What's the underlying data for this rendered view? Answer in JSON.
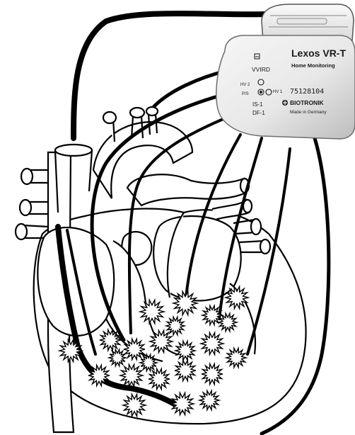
{
  "device": {
    "model": "Lexos VR-T",
    "feature": "Home Monitoring",
    "mode": "VVIRD",
    "port_hv2": "HV 2",
    "port_ps": "P/S",
    "port_hv1": "HV 1",
    "connector_1": "IS-1",
    "connector_2": "DF-1",
    "serial": "75128104",
    "brand": "BIOTRONIK",
    "origin": "Made in Germany"
  },
  "colors": {
    "outline": "#000000",
    "device_body": "#ececec",
    "device_shade": "#cfcfcf",
    "header_block": "#f4f4f4",
    "background": "#ffffff"
  },
  "icons": [
    "device-symbol-icon",
    "biotronik-logo-icon",
    "ventricular-fibrillation-burst-icon"
  ]
}
